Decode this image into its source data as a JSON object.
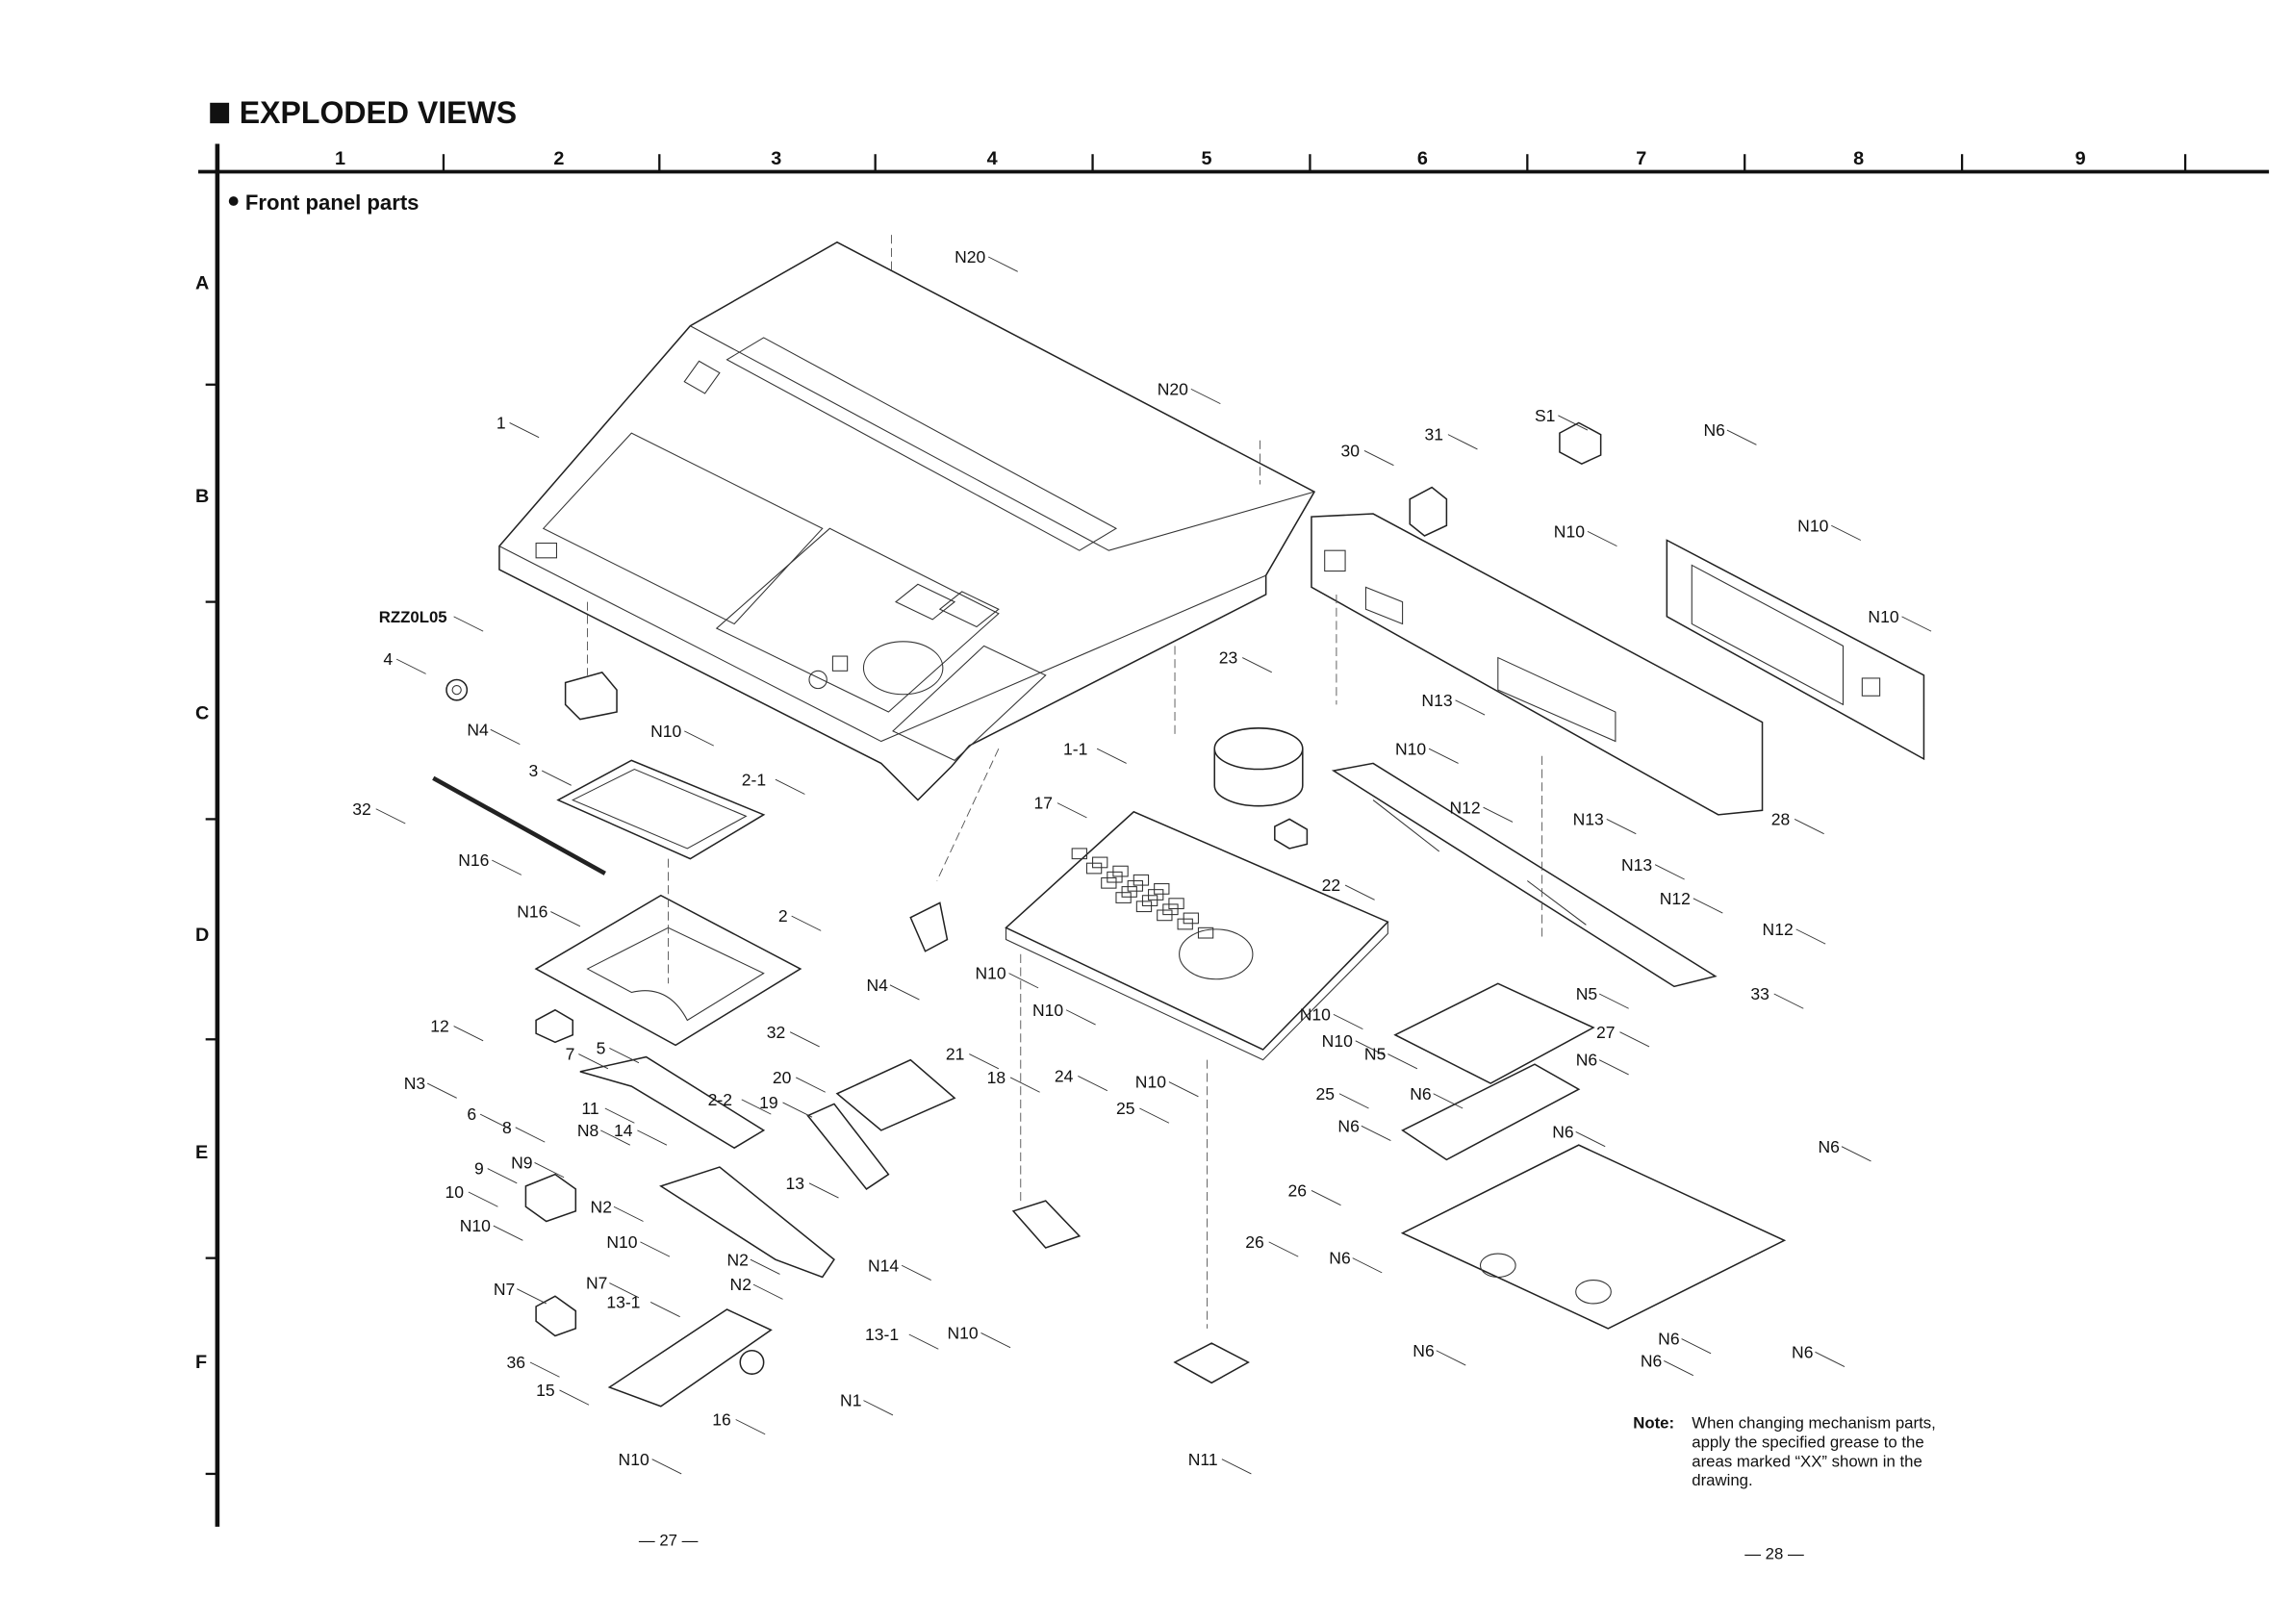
{
  "header": {
    "title": "EXPLODED VIEWS",
    "section": "Front panel parts"
  },
  "grid": {
    "columns": [
      "1",
      "2",
      "3",
      "4",
      "5",
      "6",
      "7",
      "8",
      "9"
    ],
    "rows": [
      "A",
      "B",
      "C",
      "D",
      "E",
      "F"
    ]
  },
  "callouts": [
    "N20",
    "N20",
    "1",
    "30",
    "31",
    "S1",
    "N6",
    "N10",
    "N10",
    "N10",
    "RZZ0L05",
    "4",
    "23",
    "N13",
    "N4",
    "N10",
    "N10",
    "1-1",
    "3",
    "2-1",
    "32",
    "17",
    "N12",
    "N13",
    "28",
    "N16",
    "22",
    "N13",
    "N12",
    "N16",
    "2",
    "N12",
    "N10",
    "N4",
    "N10",
    "N5",
    "33",
    "32",
    "N10",
    "27",
    "12",
    "5",
    "7",
    "N10",
    "N5",
    "N6",
    "21",
    "18",
    "24",
    "N10",
    "20",
    "19",
    "N3",
    "25",
    "25",
    "N6",
    "2-2",
    "6",
    "11",
    "8",
    "N8",
    "14",
    "N6",
    "N6",
    "N6",
    "9",
    "N9",
    "13",
    "10",
    "N2",
    "26",
    "N10",
    "N10",
    "N2",
    "N14",
    "26",
    "N6",
    "N7",
    "N7",
    "N2",
    "13-1",
    "N10",
    "13-1",
    "N6",
    "N6",
    "N6",
    "N6",
    "36",
    "15",
    "N1",
    "16",
    "N10",
    "N11"
  ],
  "note": {
    "label": "Note:",
    "lines": [
      "When changing mechanism parts,",
      "apply the specified grease to the",
      "areas marked “XX” shown in the",
      "drawing."
    ]
  },
  "footer": {
    "left_page": "— 27 —",
    "right_page": "— 28 —"
  }
}
